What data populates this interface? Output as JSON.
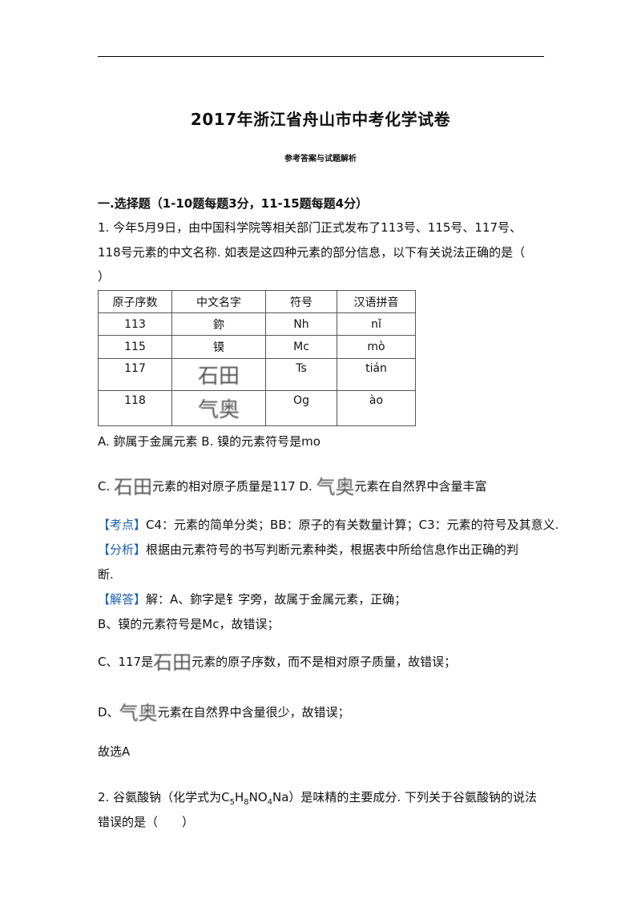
{
  "doc": {
    "title": "2017年浙江省舟山市中考化学试卷",
    "subtitle": "参考答案与试题解析"
  },
  "section": {
    "heading": "一.选择题（1-10题每题3分，11-15题每题4分）"
  },
  "q1": {
    "stem_line1": "1. 今年5月9日，由中国科学院等相关部门正式发布了113号、115号、117号、",
    "stem_line2": "118号元素的中文名称. 如表是这四种元素的部分信息，以下有关说法正确的是（",
    "stem_line3": "）",
    "table": {
      "headers": [
        "原子序数",
        "中文名字",
        "符号",
        "汉语拼音"
      ],
      "rows": [
        {
          "number": "113",
          "name": "鉨",
          "symbol": "Nh",
          "pinyin": "nǐ"
        },
        {
          "number": "115",
          "name": "镆",
          "symbol": "Mc",
          "pinyin": "mò"
        },
        {
          "number": "117",
          "name": "石田",
          "symbol": "Ts",
          "pinyin": "tián"
        },
        {
          "number": "118",
          "name": "气奥",
          "symbol": "Og",
          "pinyin": "ào"
        }
      ]
    },
    "optionAB": "A. 鉨属于金属元素 B. 镆的元素符号是mo",
    "optionC_prefix": "C.",
    "optionC_glyph": "石田",
    "optionC_text": "元素的相对原子质量是117 D.",
    "optionD_glyph": "气奥",
    "optionD_text": "元素在自然界中含量丰富",
    "kaodian_tag": "【考点】",
    "kaodian_text": "C4：元素的简单分类；BB：原子的有关数量计算；C3：元素的符号及其意义.",
    "fenxi_tag": "【分析】",
    "fenxi_text1": "根据由元素符号的书写判断元素种类，根据表中所给信息作出正确的判",
    "fenxi_text2": "断.",
    "jieda_tag": "【解答】",
    "jieda_text": "解：A、鉨字是钅字旁，故属于金属元素，正确；",
    "ans_b": "B、镆的元素符号是Mc，故错误；",
    "ans_c_prefix": "C、117是",
    "ans_c_glyph": "石田",
    "ans_c_text": "元素的原子序数，而不是相对原子质量，故错误；",
    "ans_d_prefix": "D、",
    "ans_d_glyph": "气奥",
    "ans_d_text": "元素在自然界中含量很少，故错误；",
    "conclusion": "故选A"
  },
  "q2": {
    "stem_pre": "2. 谷氨酸钠（化学式为C",
    "sub1": "5",
    "mid1": "H",
    "sub2": "8",
    "mid2": "NO",
    "sub3": "4",
    "stem_post": "Na）是味精的主要成分. 下列关于谷氨酸钠的说法",
    "stem_line2": "错误的是（　　）"
  }
}
